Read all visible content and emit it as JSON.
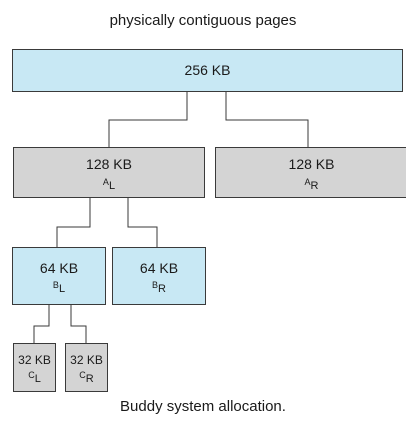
{
  "title": "physically contiguous pages",
  "caption": "Buddy system allocation.",
  "blocks": {
    "root": {
      "size": "256 KB"
    },
    "a_left": {
      "size": "128 KB",
      "name": "A",
      "sub": "L"
    },
    "a_right": {
      "size": "128 KB",
      "name": "A",
      "sub": "R"
    },
    "b_left": {
      "size": "64 KB",
      "name": "B",
      "sub": "L"
    },
    "b_right": {
      "size": "64 KB",
      "name": "B",
      "sub": "R"
    },
    "c_left": {
      "size": "32 KB",
      "name": "C",
      "sub": "L"
    },
    "c_right": {
      "size": "32 KB",
      "name": "C",
      "sub": "R"
    }
  },
  "colors": {
    "free": "#c8e8f4",
    "split": "#d4d4d4",
    "line": "#3a3a3a"
  }
}
